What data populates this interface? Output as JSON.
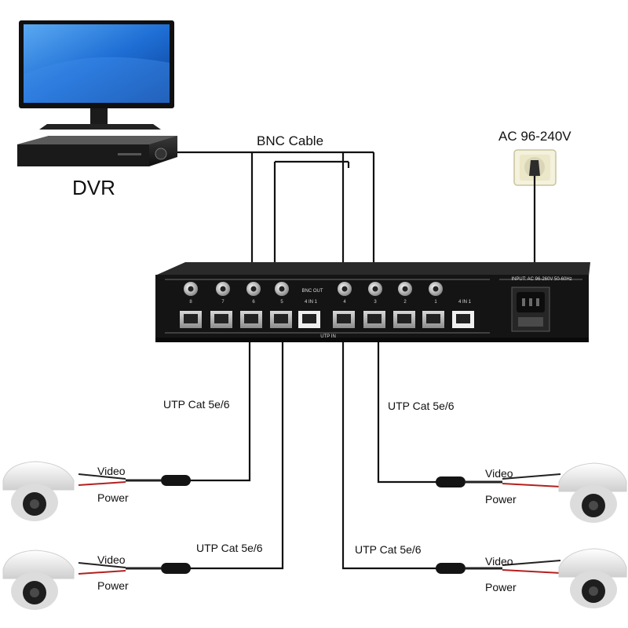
{
  "labels": {
    "dvr": "DVR",
    "bnc_cable": "BNC Cable",
    "ac_power": "AC 96-240V",
    "utp_top_left": "UTP Cat 5e/6",
    "utp_top_right": "UTP Cat 5e/6",
    "utp_bottom_left": "UTP Cat 5e/6",
    "utp_bottom_right": "UTP Cat 5e/6",
    "video": "Video",
    "power": "Power"
  },
  "device": {
    "bnc_out": "BNC OUT",
    "utp_in": "UTP IN",
    "four_in_one": "4 IN 1",
    "input_rating": "INPUT: AC 96-260V 50-60Hz",
    "bnc_port_numbers": [
      "8",
      "7",
      "6",
      "5",
      "4",
      "3",
      "2",
      "1"
    ]
  },
  "colors": {
    "cable": "#111111",
    "device_body": "#151515",
    "monitor_screen": "#1f6fd6",
    "camera_body": "#f0f0f0",
    "power_lead": "#b32020"
  },
  "icons": [
    "monitor-icon",
    "dvr-recorder-icon",
    "wall-outlet-icon",
    "dome-camera-icon",
    "video-balun-icon",
    "rj45-port-icon",
    "bnc-connector-icon"
  ]
}
